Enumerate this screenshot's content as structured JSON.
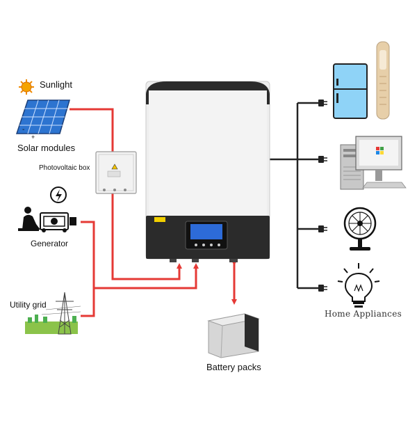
{
  "labels": {
    "sunlight": "Sunlight",
    "solar_modules": "Solar modules",
    "photovoltaic_box": "Photovoltaic box",
    "generator": "Generator",
    "utility_grid": "Utility grid",
    "battery_packs": "Battery packs",
    "home_appliances": "Home Appliances"
  },
  "colors": {
    "power_line": "#e53935",
    "output_line": "#222222",
    "inverter_body": "#eeeeee",
    "inverter_base": "#2b2b2b",
    "lcd_screen": "#2d6bd8"
  },
  "icons": [
    "sun-icon",
    "solar-panel-icon",
    "photovoltaic-box-icon",
    "generator-icon",
    "utility-grid-icon",
    "inverter-icon",
    "battery-pack-icon",
    "refrigerator-icon",
    "air-conditioner-icon",
    "computer-icon",
    "fan-icon",
    "light-bulb-icon"
  ]
}
